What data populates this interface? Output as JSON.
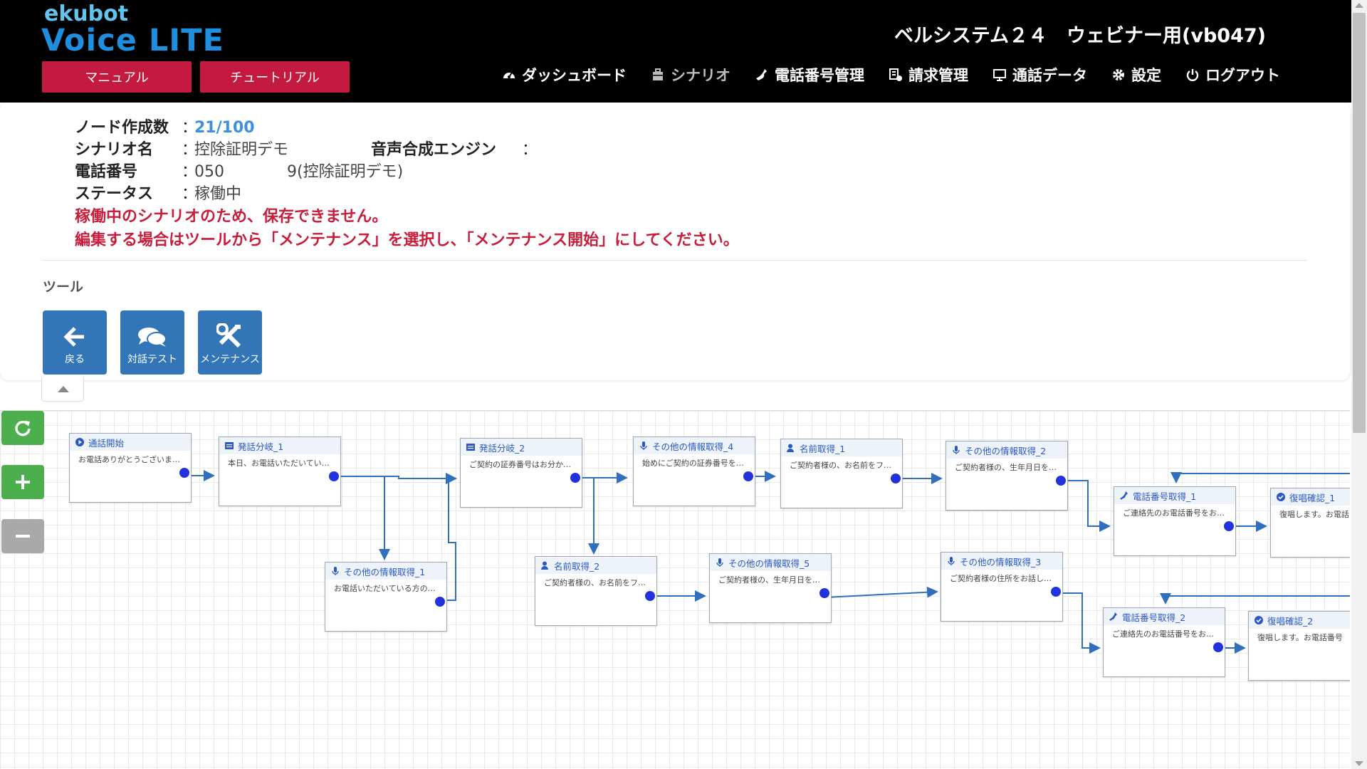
{
  "header": {
    "logo_small": "ekubot",
    "logo_big": "Voice LITE",
    "manual_label": "マニュアル",
    "tutorial_label": "チュートリアル",
    "company": "ベルシステム２４　ウェビナー用(vb047)",
    "nav": {
      "dashboard": "ダッシュボード",
      "scenario": "シナリオ",
      "phone": "電話番号管理",
      "billing": "請求管理",
      "calldata": "通話データ",
      "settings": "設定",
      "logout": "ログアウト"
    }
  },
  "info": {
    "node_count_label": "ノード作成数",
    "node_count_value": "21/100",
    "scenario_label": "シナリオ名",
    "scenario_value": "控除証明デモ",
    "engine_label": "音声合成エンジン",
    "engine_value": "",
    "phone_label": "電話番号",
    "phone_value_a": "050",
    "phone_value_b": "9(控除証明デモ)",
    "status_label": "ステータス",
    "status_value": "稼働中",
    "warning_1": "稼働中のシナリオのため、保存できません。",
    "warning_2": "編集する場合はツールから「メンテナンス」を選択し、「メンテナンス開始」にしてください。",
    "colon": "："
  },
  "tools": {
    "title": "ツール",
    "back": "戻る",
    "dialog_test": "対話テスト",
    "maintenance": "メンテナンス"
  },
  "nodes": [
    {
      "title": "通話開始",
      "body": "お電話ありがとうございま…",
      "icon": "play-icon"
    },
    {
      "title": "発話分岐_1",
      "body": "本日、お電話いただいてい…",
      "icon": "list-icon"
    },
    {
      "title": "その他の情報取得_1",
      "body": "お電話いただいている方の…",
      "icon": "mic-icon"
    },
    {
      "title": "発話分岐_2",
      "body": "ご契約の証券番号はお分か…",
      "icon": "list-icon"
    },
    {
      "title": "名前取得_2",
      "body": "ご契約者様の、お名前をフ…",
      "icon": "user-icon"
    },
    {
      "title": "その他の情報取得_4",
      "body": "始めにご契約の証券番号を…",
      "icon": "mic-icon"
    },
    {
      "title": "その他の情報取得_5",
      "body": "ご契約者様の、生年月日を…",
      "icon": "mic-icon"
    },
    {
      "title": "名前取得_1",
      "body": "ご契約者様の、お名前をフ…",
      "icon": "user-icon"
    },
    {
      "title": "その他の情報取得_2",
      "body": "ご契約者様の、生年月日を…",
      "icon": "mic-icon"
    },
    {
      "title": "その他の情報取得_3",
      "body": "ご契約者様の住所をお話し…",
      "icon": "mic-icon"
    },
    {
      "title": "電話番号取得_1",
      "body": "ご連絡先のお電話番号をお…",
      "icon": "phone-icon"
    },
    {
      "title": "電話番号取得_2",
      "body": "ご連絡先のお電話番号をお…",
      "icon": "phone-icon"
    },
    {
      "title": "復唱確認_1",
      "body": "復唱します。お電話",
      "icon": "check-icon"
    },
    {
      "title": "復唱確認_2",
      "body": "復唱します。お電話番号",
      "icon": "check-icon"
    }
  ],
  "colors": {
    "header_bg": "#000000",
    "accent_red": "#c51a3f",
    "tool_blue": "#3276b8",
    "node_title": "#2a58c5",
    "edge": "#2f6fbe",
    "zoom_green": "#4cae4c"
  }
}
